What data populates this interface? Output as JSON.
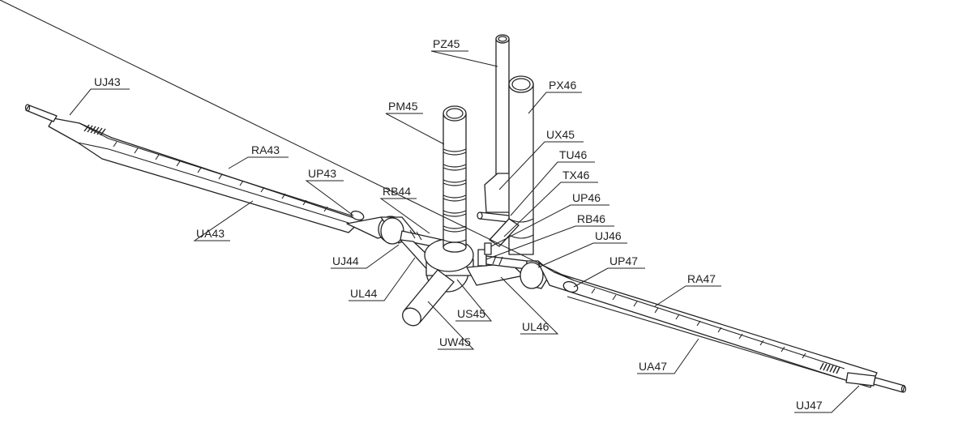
{
  "labels": {
    "UJ43": "UJ43",
    "RA43": "RA43",
    "UP43": "UP43",
    "UA43": "UA43",
    "RB44": "RB44",
    "PM45": "PM45",
    "PZ45": "PZ45",
    "PX46": "PX46",
    "UX45": "UX45",
    "TU46": "TU46",
    "TX46": "TX46",
    "UP46": "UP46",
    "RB46": "RB46",
    "UJ46": "UJ46",
    "UP47": "UP47",
    "RA47": "RA47",
    "UJ44": "UJ44",
    "UL44": "UL44",
    "US45": "US45",
    "UL46": "UL46",
    "UW45": "UW45",
    "UA47": "UA47",
    "UJ47": "UJ47"
  }
}
